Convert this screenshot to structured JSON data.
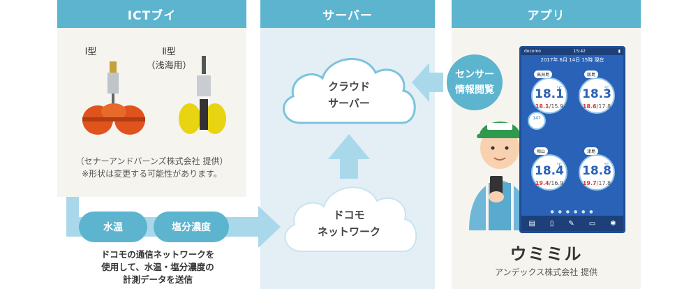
{
  "panels": {
    "buoy": {
      "title": "ICTブイ"
    },
    "server": {
      "title": "サーバー"
    },
    "app": {
      "title": "アプリ"
    }
  },
  "buoy": {
    "type1_label": "Ⅰ型",
    "type2_label": "Ⅱ型",
    "type2_sub": "（浅海用）",
    "credit_line1": "（セナーアンドバーンズ株式会社 提供）",
    "credit_line2": "※形状は変更する可能性があります。"
  },
  "flow": {
    "pill_water_temp": "水温",
    "pill_salinity": "塩分濃度",
    "caption_line1": "ドコモの通信ネットワークを",
    "caption_line2": "使用して、水温・塩分濃度の",
    "caption_line3": "計測データを送信",
    "network_line1": "ドコモ",
    "network_line2": "ネットワーク",
    "cloud_line1": "クラウド",
    "cloud_line2": "サーバー",
    "sensor_line1": "センサー",
    "sensor_line2": "情報閲覧"
  },
  "app": {
    "name": "ウミミル",
    "credit": "アンデックス株式会社 提供",
    "phone": {
      "carrier": "docomo",
      "time": "15:42",
      "date": "2017年 6月 14日 15時 現在",
      "small_gauge_value": "147",
      "gauges": [
        {
          "name": "高洲島",
          "temp": "18.1",
          "unit": "°C",
          "min": "18.1",
          "max": "15.9"
        },
        {
          "name": "飯島",
          "temp": "18.3",
          "unit": "°C",
          "min": "18.6",
          "max": "17.8"
        },
        {
          "name": "梅山",
          "temp": "18.4",
          "unit": "°C",
          "min": "19.4",
          "max": "16.9"
        },
        {
          "name": "津島",
          "temp": "18.8",
          "unit": "°C",
          "min": "19.7",
          "max": "17.8"
        }
      ]
    }
  },
  "colors": {
    "header": "#5cb4cf",
    "arrow": "#a9d8ea",
    "cloud_stroke": "#7cc3dd"
  }
}
